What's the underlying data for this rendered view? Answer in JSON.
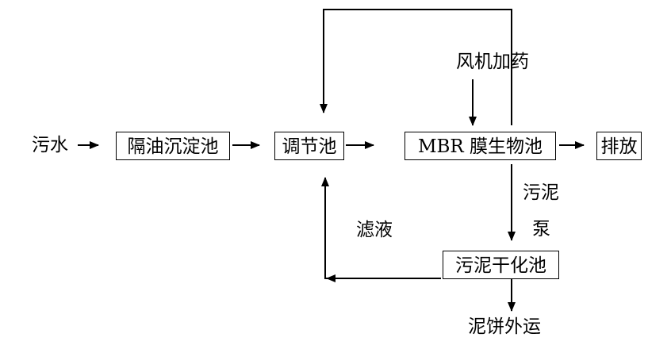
{
  "flow": {
    "source": "污水",
    "oil_separator": "隔油沉淀池",
    "adjust_tank": "调节池",
    "mbr_tank": "MBR 膜生物池",
    "discharge": "排放",
    "fan_dosing": "风机加药",
    "sludge_pump_line1": "污泥",
    "sludge_pump_line2": "泵",
    "filtrate": "滤液",
    "sludge_dry": "污泥干化池",
    "cake_out": "泥饼外运"
  },
  "colors": {
    "line": "#000000",
    "background": "#ffffff"
  }
}
